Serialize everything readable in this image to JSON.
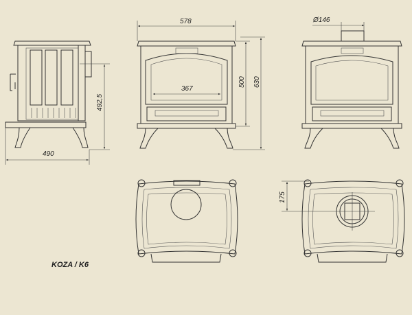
{
  "title": "KOZA / K6",
  "dimensions": {
    "side_depth": "490",
    "side_flue_height": "492,5",
    "front_width": "578",
    "front_door_width": "367",
    "front_body_height": "500",
    "front_total_height": "630",
    "flue_diameter": "Ø146",
    "top_flue_offset": "175"
  },
  "colors": {
    "background": "#ece6d2",
    "line": "#333333"
  }
}
